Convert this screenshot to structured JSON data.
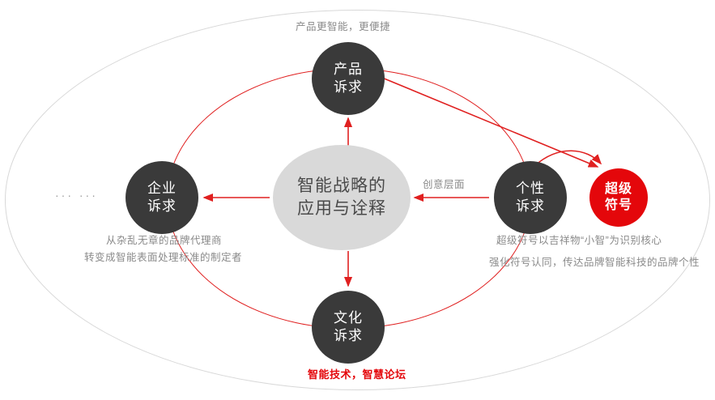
{
  "diagram": {
    "center": {
      "line1": "智能战略的",
      "line2": "应用与诠释"
    },
    "nodes": [
      {
        "id": "product",
        "line1": "产品",
        "line2": "诉求"
      },
      {
        "id": "culture",
        "line1": "文化",
        "line2": "诉求"
      },
      {
        "id": "company",
        "line1": "企业",
        "line2": "诉求"
      },
      {
        "id": "person",
        "line1": "个性",
        "line2": "诉求"
      },
      {
        "id": "symbol",
        "line1": "超级",
        "line2": "符号"
      }
    ],
    "captions": {
      "top": "产品更智能，更便捷",
      "creative_layer": "创意层面",
      "bottom": "智能技术，智慧论坛",
      "company_line1": "从杂乱无章的品牌代理商",
      "company_line2": "转变成智能表面处理标准的制定者",
      "person_line1": "超级符号以吉祥物“小智”为识别核心",
      "person_line2": "强化符号认同，传达品牌智能科技的品牌个性",
      "ellipsis": "···  ···"
    },
    "colors": {
      "accent_red": "#e4070b",
      "orbit_red": "#e02020",
      "node_dark": "#3a3a3a",
      "center_grey": "#d9d9d9",
      "caption_grey": "#8a8a8a"
    }
  }
}
